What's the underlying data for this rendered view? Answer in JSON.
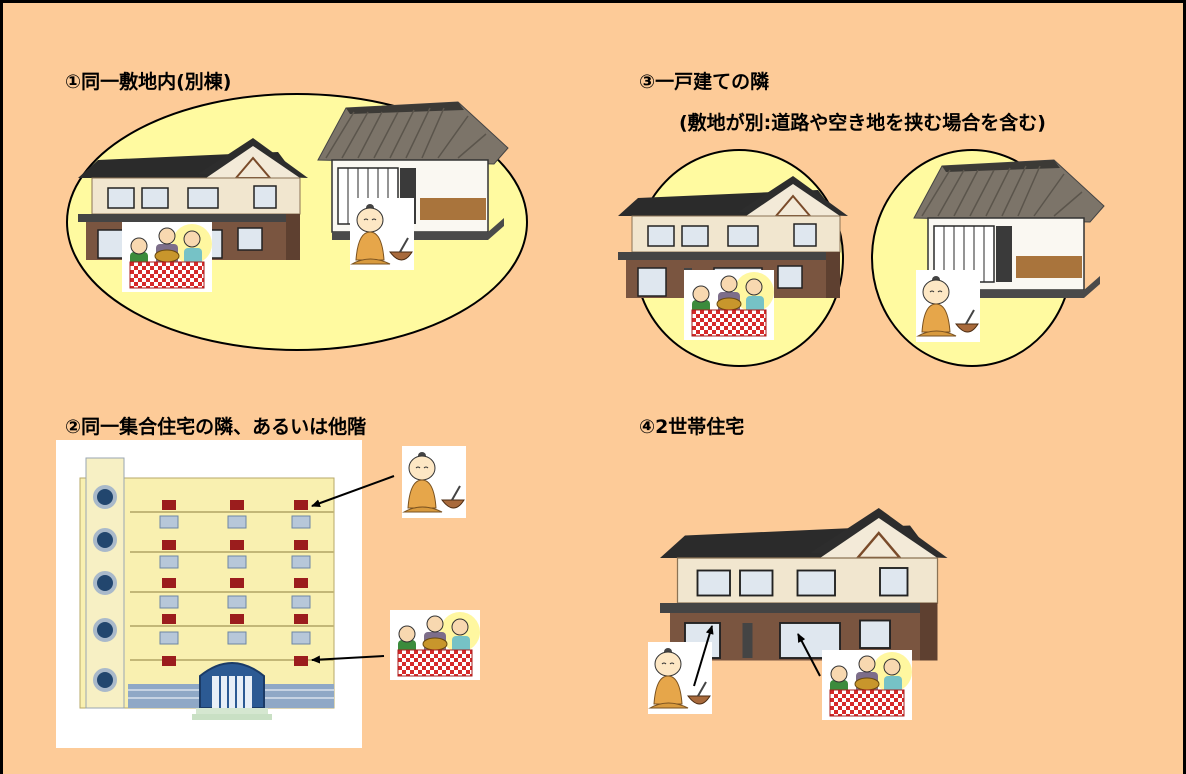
{
  "colors": {
    "background": "#fdcb98",
    "lot_fill": "#fffaa0",
    "outline": "#000000"
  },
  "panels": {
    "p1": {
      "title": "①同一敷地内(別棟)"
    },
    "p2": {
      "title": "②同一集合住宅の隣、あるいは他階"
    },
    "p3": {
      "title": "③一戸建ての隣",
      "subtitle": "(敷地が別:道路や空き地を挟む場合を含む)"
    },
    "p4": {
      "title": "④2世帯住宅"
    }
  },
  "icons": [
    "modern-house-icon",
    "thatched-house-icon",
    "family-meal-icon",
    "elderly-person-icon",
    "apartment-building-icon",
    "arrow-icon"
  ]
}
